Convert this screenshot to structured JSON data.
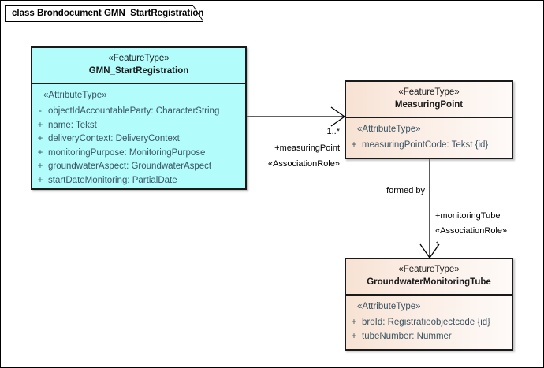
{
  "diagram": {
    "tab_title": "class Brondocument GMN_StartRegistration",
    "background_color": "#ffffff",
    "border_color": "#000000"
  },
  "classes": [
    {
      "id": "gmn-startregistration",
      "stereotype": "«FeatureType»",
      "name": "GMN_StartRegistration",
      "fill_color": "#b2fcfc",
      "attribute_group_label": "«AttributeType»",
      "attributes": [
        {
          "visibility": "-",
          "text": "objectIdAccountableParty: CharacterString"
        },
        {
          "visibility": "+",
          "text": "name: Tekst"
        },
        {
          "visibility": "+",
          "text": "deliveryContext: DeliveryContext"
        },
        {
          "visibility": "+",
          "text": "monitoringPurpose: MonitoringPurpose"
        },
        {
          "visibility": "+",
          "text": "groundwaterAspect: GroundwaterAspect"
        },
        {
          "visibility": "+",
          "text": "startDateMonitoring: PartialDate"
        }
      ]
    },
    {
      "id": "measuringpoint",
      "stereotype": "«FeatureType»",
      "name": "MeasuringPoint",
      "fill_color": "#f7e2d3",
      "attribute_group_label": "«AttributeType»",
      "attributes": [
        {
          "visibility": "+",
          "text": "measuringPointCode: Tekst {id}"
        }
      ]
    },
    {
      "id": "groundwatermonitoringtube",
      "stereotype": "«FeatureType»",
      "name": "GroundwaterMonitoringTube",
      "fill_color": "#f7e2d3",
      "attribute_group_label": "«AttributeType»",
      "attributes": [
        {
          "visibility": "+",
          "text": "broId: Registratieobjectcode {id}"
        },
        {
          "visibility": "+",
          "text": "tubeNumber: Nummer"
        }
      ]
    }
  ],
  "associations": [
    {
      "id": "gmn-to-measuringpoint",
      "source": "GMN_StartRegistration",
      "target": "MeasuringPoint",
      "multiplicity": "1..*",
      "role": "+measuringPoint",
      "role_stereotype": "«AssociationRole»",
      "name": ""
    },
    {
      "id": "measuringpoint-to-tube",
      "source": "MeasuringPoint",
      "target": "GroundwaterMonitoringTube",
      "name": "formed by",
      "multiplicity": "1",
      "role": "+monitoringTube",
      "role_stereotype": "«AssociationRole»"
    }
  ]
}
